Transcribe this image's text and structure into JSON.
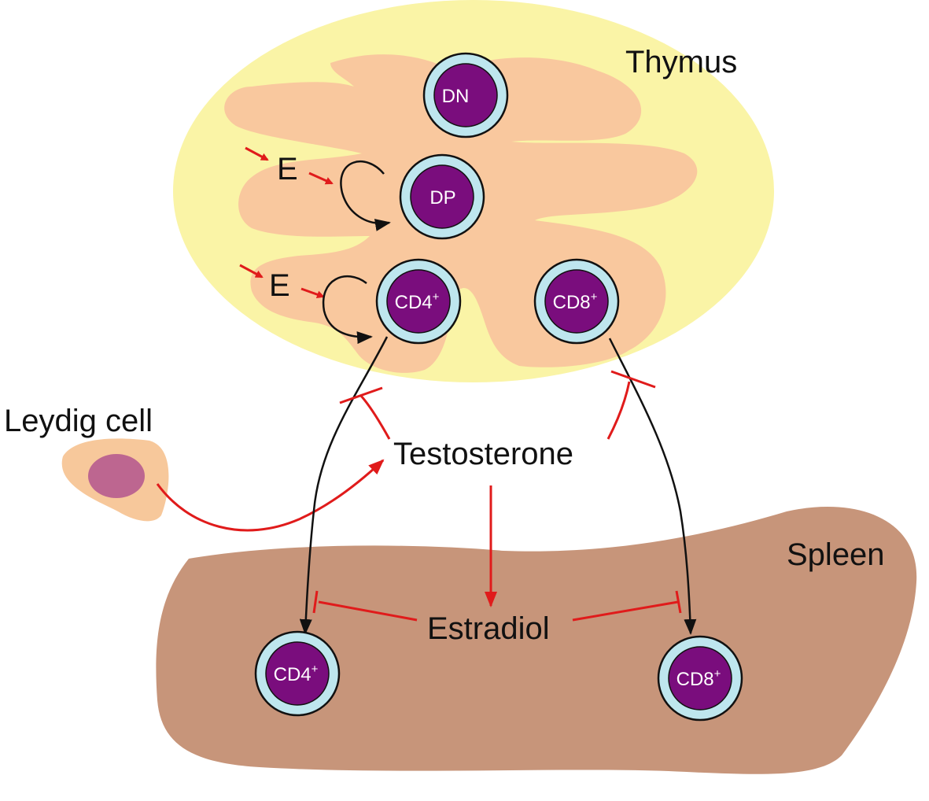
{
  "labels": {
    "thymus": "Thymus",
    "spleen": "Spleen",
    "leydig": "Leydig cell",
    "testosterone": "Testosterone",
    "estradiol": "Estradiol",
    "e1": "E",
    "e2": "E"
  },
  "cells": {
    "dn": "DN",
    "dp": "DP",
    "cd4_thymus": "CD4",
    "cd8_thymus": "CD8",
    "cd4_spleen": "CD4",
    "cd8_spleen": "CD8",
    "sup": "+"
  },
  "colors": {
    "thymus_outer": "#FAF4A6",
    "thymus_inner": "#F9C89E",
    "spleen": "#C7957A",
    "leydig_cell": "#F7C89B",
    "leydig_nucleus": "#BD6690",
    "cell_ring": "#BEE6EE",
    "cell_core": "#7A0D7D",
    "inhibit": "#E01B1B",
    "arrow": "#111111"
  }
}
